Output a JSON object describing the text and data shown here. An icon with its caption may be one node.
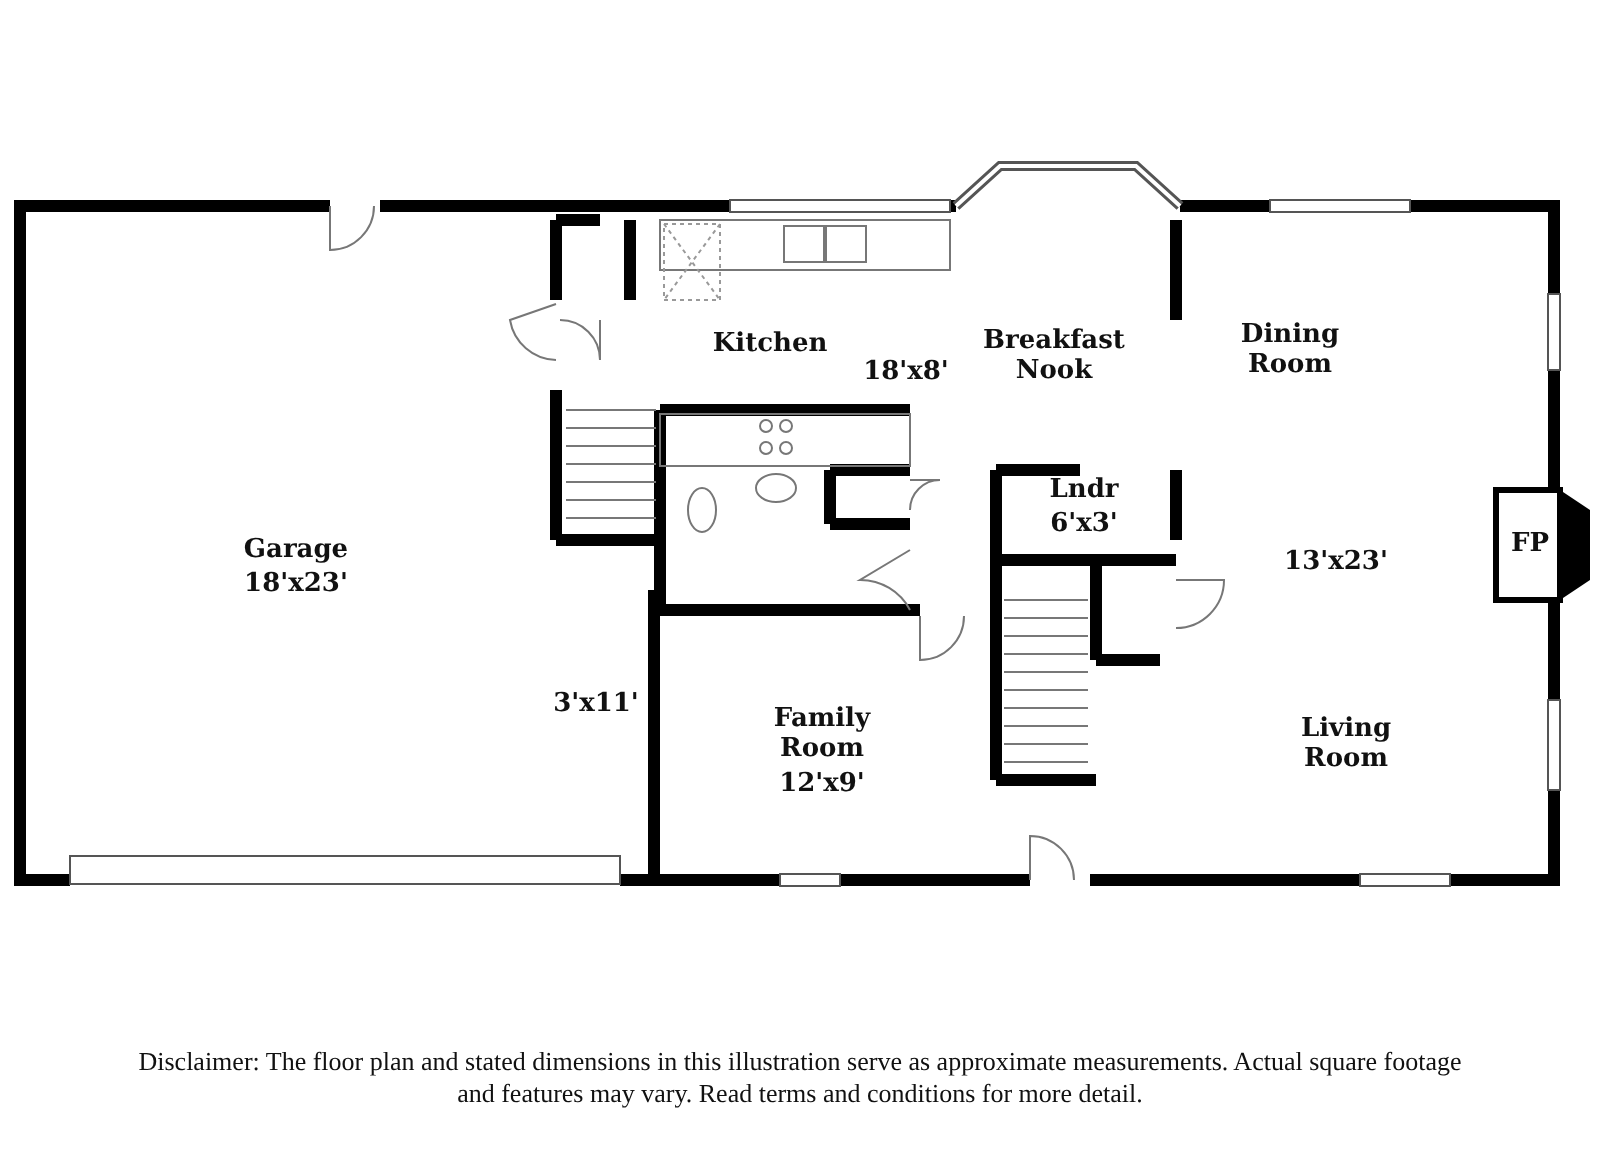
{
  "diagram": {
    "caption": "Disclaimer: The floor plan and stated dimensions in this illustration serve as approximate measurements. Actual square footage and features may vary. Read terms and conditions for more detail.",
    "labels": [
      "Kitchen",
      "18'x8'",
      "Breakfast Nook",
      "Dining Room",
      "Lndr",
      "6'x3'",
      "Garage",
      "18'x23'",
      "FP",
      "13'x23'",
      "3'x11'",
      "Family Room",
      "12'x9'",
      "Living Room"
    ]
  }
}
